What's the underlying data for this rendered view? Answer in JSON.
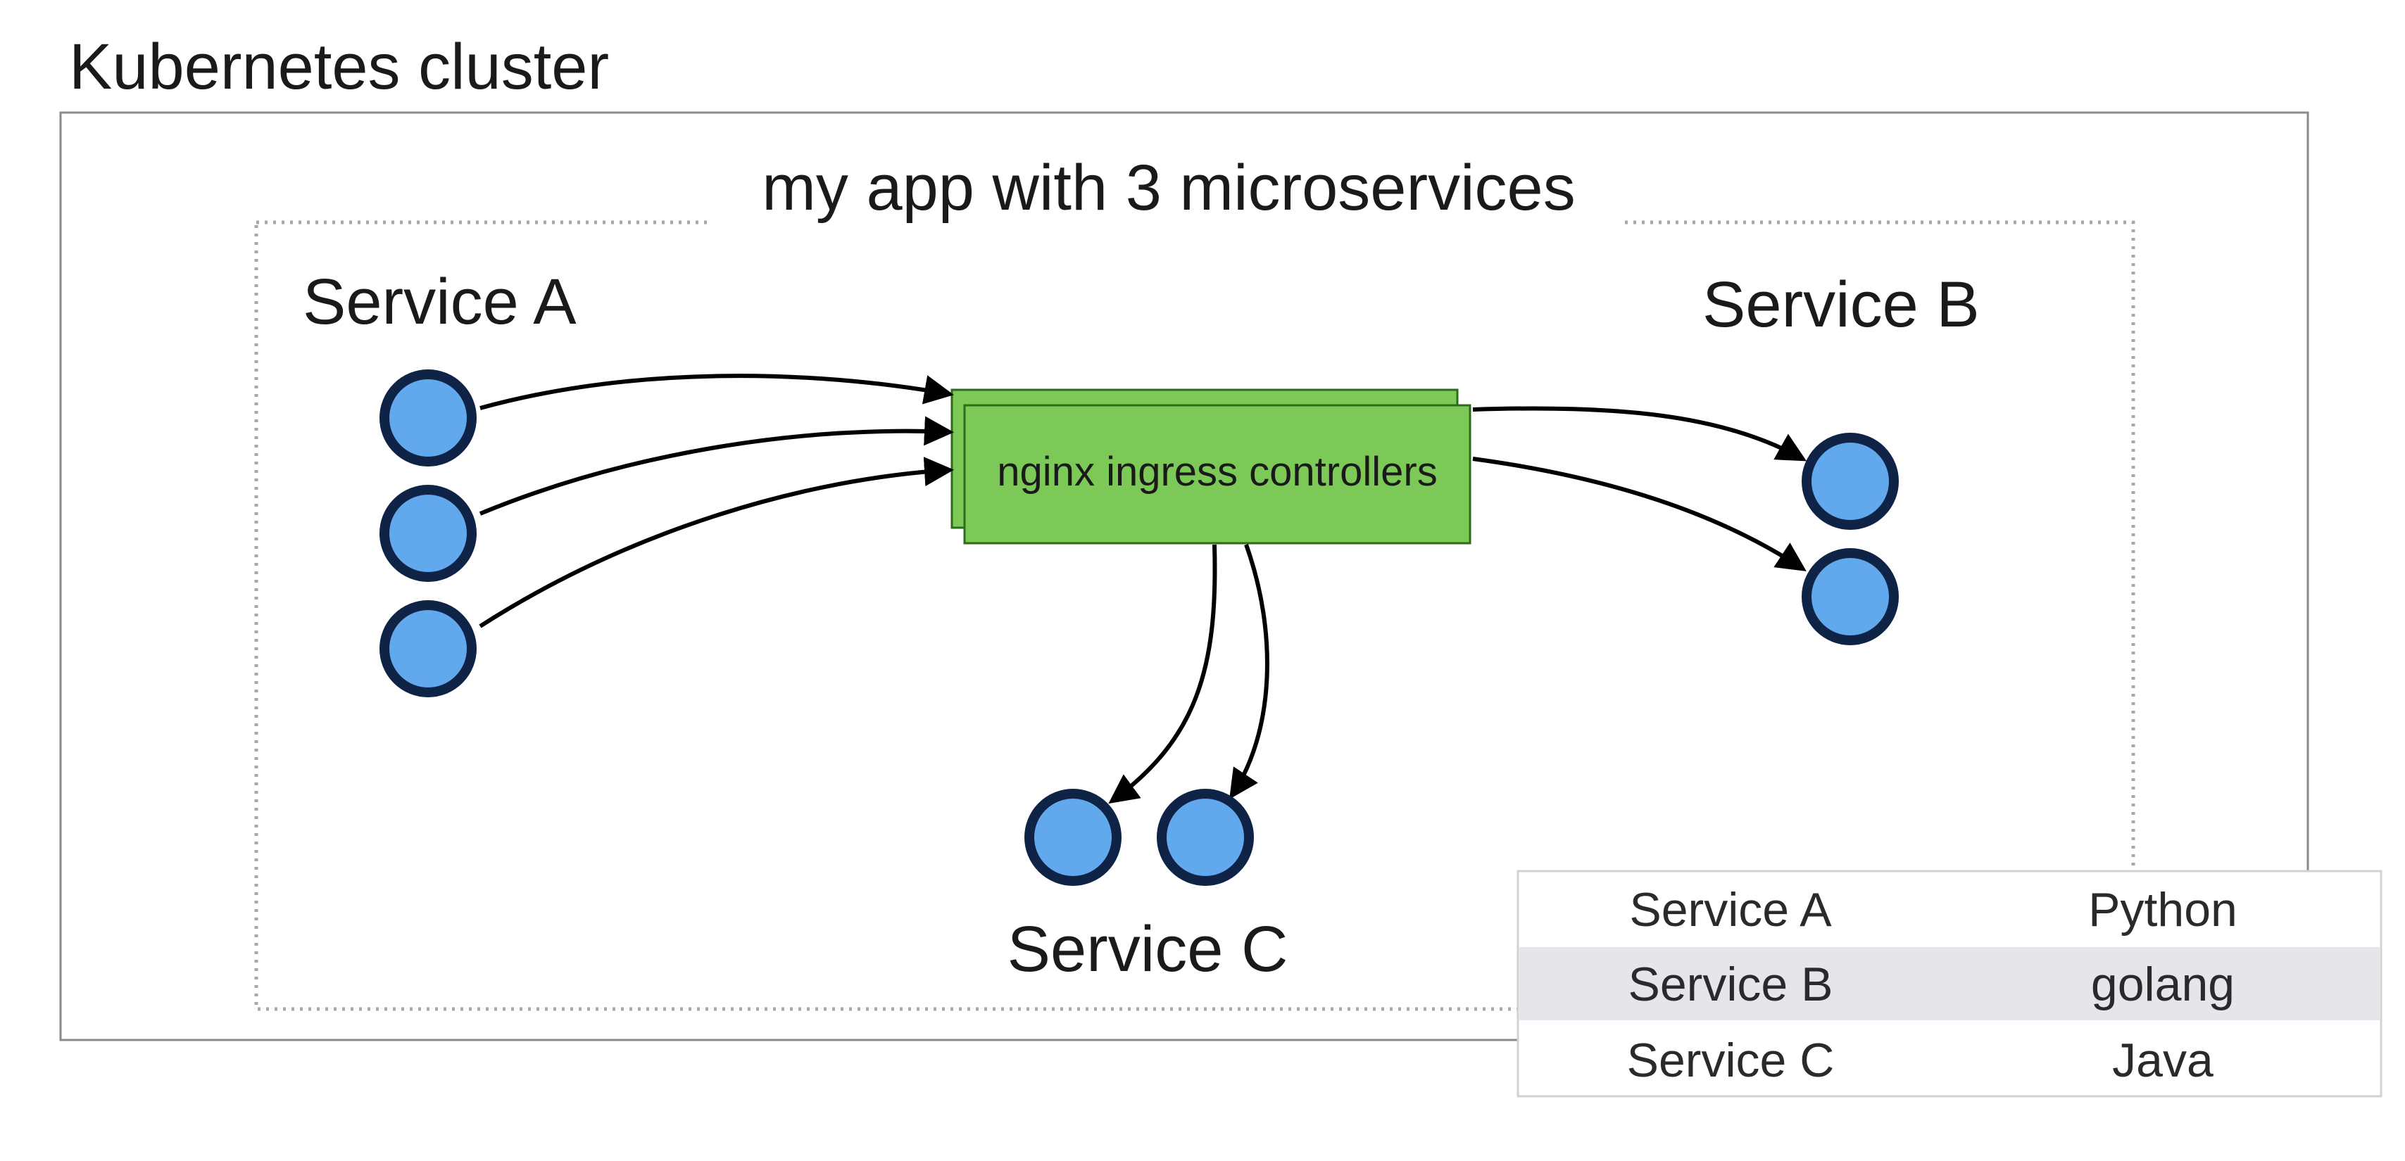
{
  "cluster": {
    "title": "Kubernetes cluster"
  },
  "app": {
    "title": "my app with 3 microservices"
  },
  "nginx": {
    "label": "nginx ingress controllers"
  },
  "services": {
    "a": {
      "label": "Service A",
      "pods": 3
    },
    "b": {
      "label": "Service B",
      "pods": 2
    },
    "c": {
      "label": "Service C",
      "pods": 2
    }
  },
  "legend_table": {
    "rows": [
      {
        "service": "Service A",
        "language": "Python"
      },
      {
        "service": "Service B",
        "language": "golang"
      },
      {
        "service": "Service C",
        "language": "Java"
      }
    ]
  },
  "colors": {
    "pod_fill": "#62a8ec",
    "pod_stroke": "#0f2347",
    "nginx_fill": "#7cc957",
    "nginx_stroke": "#2f6a1a",
    "cluster_border": "#8a8a8a",
    "app_border": "#a8a8a8",
    "table_stripe": "#e6e5ea"
  }
}
